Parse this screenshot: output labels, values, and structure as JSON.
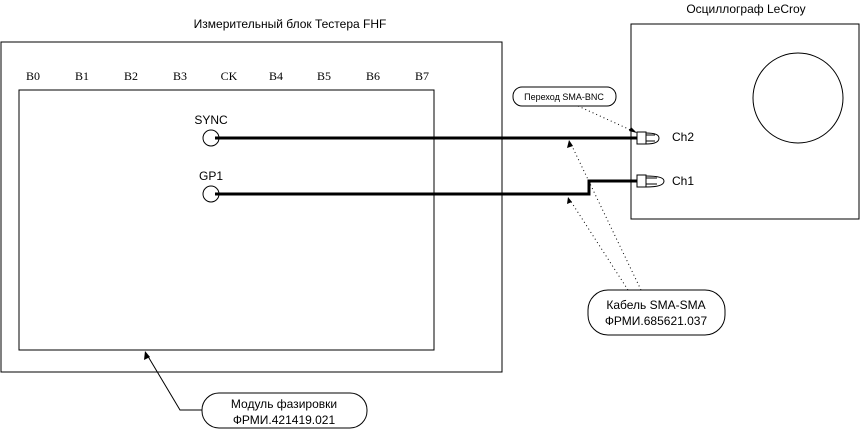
{
  "tester": {
    "title": "Измерительный блок Тестера FHF",
    "pins": [
      "B0",
      "B1",
      "B2",
      "B3",
      "CK",
      "B4",
      "B5",
      "B6",
      "B7"
    ],
    "connectors": {
      "sync": "SYNC",
      "gp1": "GP1"
    }
  },
  "oscilloscope": {
    "title": "Осциллограф LeCroy",
    "ch2": "Ch2",
    "ch1": "Ch1"
  },
  "callouts": {
    "adapter": "Переход SMA-BNC",
    "cable": {
      "line1": "Кабель SMA-SMA",
      "line2": "ФРМИ.685621.037"
    },
    "module": {
      "line1": "Модуль фазировки",
      "line2": "ФРМИ.421419.021"
    }
  }
}
